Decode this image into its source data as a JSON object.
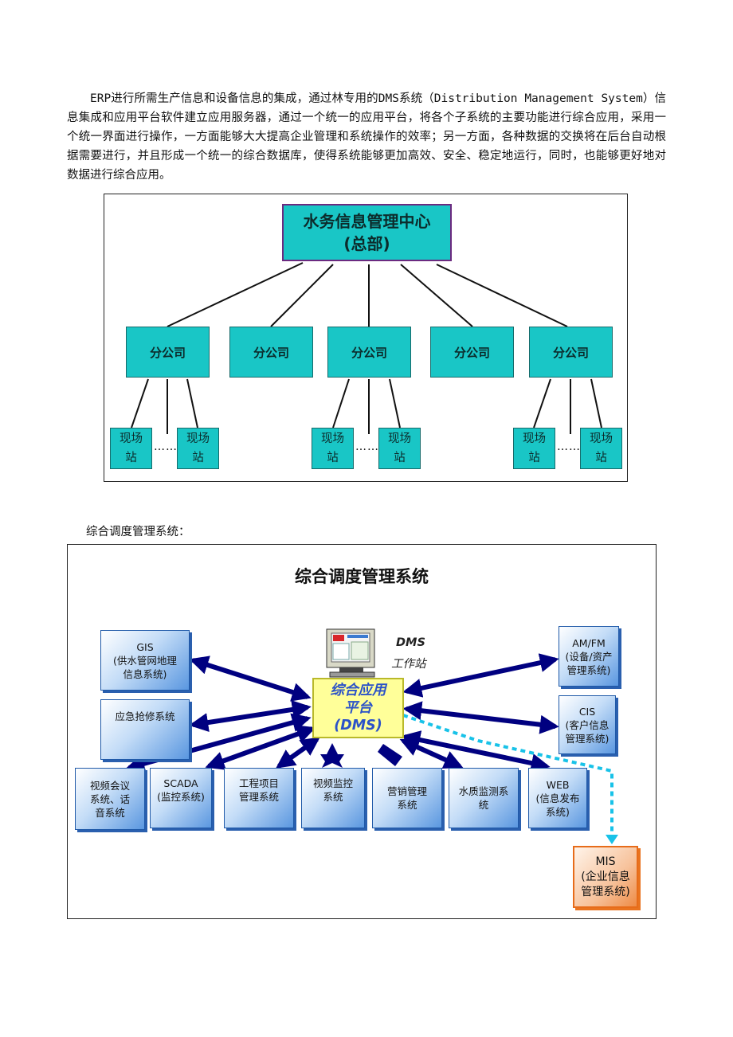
{
  "paragraph": "ERP进行所需生产信息和设备信息的集成，通过林专用的DMS系统（Distribution Management System）信息集成和应用平台软件建立应用服务器，通过一个统一的应用平台，将各个子系统的主要功能进行综合应用，采用一个统一界面进行操作，一方面能够大大提高企业管理和系统操作的效率；另一方面，各种数据的交换将在后台自动根据需要进行，并且形成一个统一的综合数据库，使得系统能够更加高效、安全、稳定地运行，同时，也能够更好地对数据进行综合应用。",
  "org_chart": {
    "hq_line1": "水务信息管理中心",
    "hq_line2": "(总部)",
    "branches": [
      "分公司",
      "分公司",
      "分公司",
      "分公司",
      "分公司"
    ],
    "site_line1": "现场",
    "site_line2": "站",
    "ellipsis": "……"
  },
  "caption": "综合调度管理系统：",
  "dms_diagram": {
    "title": "综合调度管理系统",
    "workstation_line1": "DMS",
    "workstation_line2": "工作站",
    "center_line1": "综合应用",
    "center_line2": "平台",
    "center_line3": "(DMS)",
    "gis": [
      "GIS",
      "(供水管网地理",
      "信息系统)"
    ],
    "emergency": [
      "应急抢修系统"
    ],
    "video_conf": [
      "视频会议",
      "系统、话",
      "音系统"
    ],
    "scada": [
      "SCADA",
      "(监控系统)"
    ],
    "project": [
      "工程项目",
      "管理系统"
    ],
    "video_mon": [
      "视频监控",
      "系统"
    ],
    "marketing": [
      "营销管理",
      "系统"
    ],
    "water_quality": [
      "水质监测系",
      "统"
    ],
    "web": [
      "WEB",
      "(信息发布",
      "系统)"
    ],
    "amfm": [
      "AM/FM",
      "(设备/资产",
      "管理系统)"
    ],
    "cis": [
      "CIS",
      "(客户信息",
      "管理系统)"
    ],
    "mis": [
      "MIS",
      "(企业信息",
      "管理系统)"
    ]
  },
  "colors": {
    "teal_box": "#19c6c6",
    "blue_box": "#5a97e0",
    "arrow": "#000080",
    "dashed_link": "#18c2e8",
    "mis_border": "#e76c1a",
    "center_fill": "#ffff99"
  }
}
